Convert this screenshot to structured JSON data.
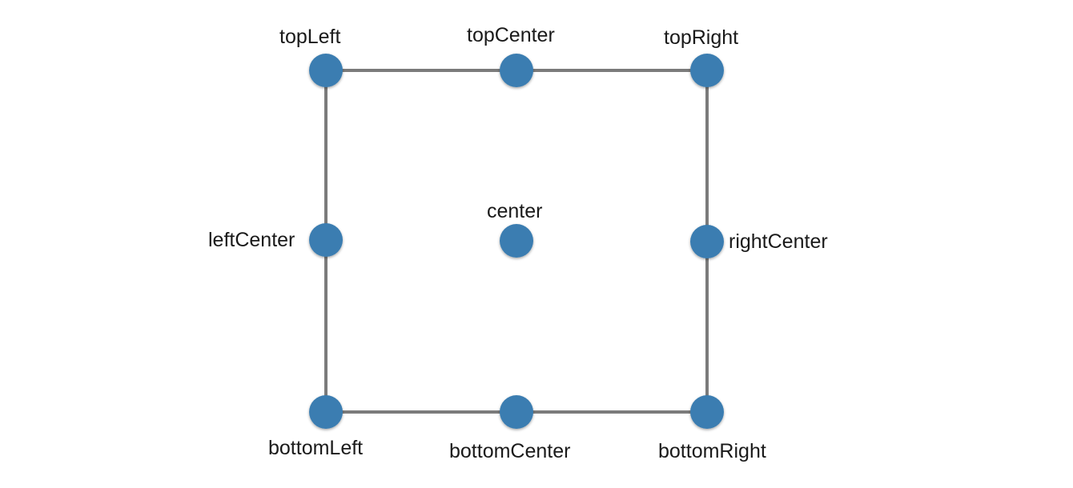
{
  "colors": {
    "point_fill": "#3a7db1",
    "edge_stroke": "#7b7b7b",
    "label_text": "#1a1a1a",
    "background": "#ffffff"
  },
  "labels": {
    "top_left": "topLeft",
    "top_center": "topCenter",
    "top_right": "topRight",
    "left_center": "leftCenter",
    "center": "center",
    "right_center": "rightCenter",
    "bottom_left": "bottomLeft",
    "bottom_center": "bottomCenter",
    "bottom_right": "bottomRight"
  }
}
